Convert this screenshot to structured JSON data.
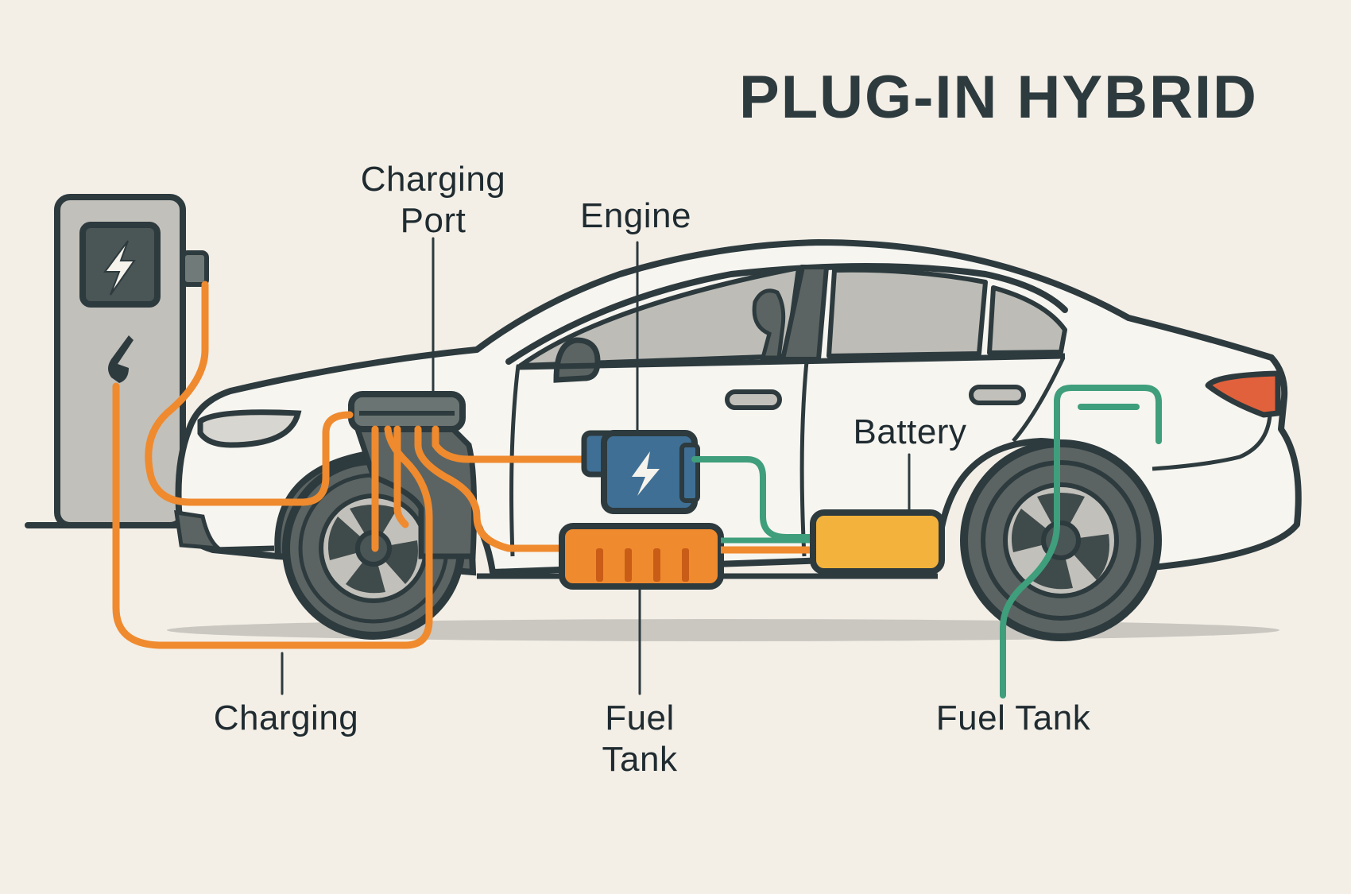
{
  "title": "PLUG-IN HYBRID",
  "labels": {
    "charging_port": [
      "Charging",
      "Port"
    ],
    "engine": "Engine",
    "battery": "Battery",
    "charging": "Charging",
    "fuel_tank_center": [
      "Fuel",
      "Tank"
    ],
    "fuel_tank_right": "Fuel Tank"
  },
  "icons": {
    "charger_screen": "lightning-bolt-icon",
    "charger_plug": "plug-nozzle-icon",
    "engine_unit": "lightning-bolt-icon"
  },
  "colors": {
    "background": "#f3efe7",
    "outline": "#2d3a3e",
    "charging_cable": "#ef8a2e",
    "fuel_line": "#3f9e7c",
    "engine_unit": "#3f6f94",
    "fuel_tank": "#ef8a2e",
    "battery": "#f2b23c",
    "tail_light": "#e0613c",
    "charger_body": "#c2c0ba",
    "window": "#bdbcb6",
    "tire": "#5b6462"
  }
}
